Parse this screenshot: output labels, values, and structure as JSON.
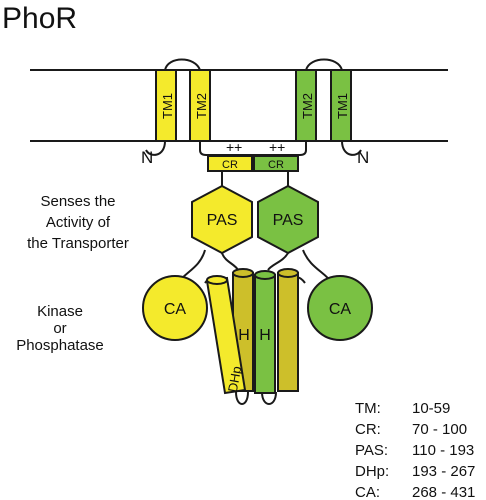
{
  "title": "PhoR",
  "labels": {
    "n_left": "N",
    "n_right": "N",
    "tm1": "TM1",
    "tm2": "TM2",
    "cr": "CR",
    "plus": "++",
    "pas": "PAS",
    "ca": "CA",
    "h": "H",
    "dhp": "DHp"
  },
  "annotations": {
    "senses": [
      "Senses the",
      "Activity of",
      "the Transporter"
    ],
    "kinase": [
      "Kinase",
      "or",
      "Phosphatase"
    ]
  },
  "legend": [
    {
      "key": "TM:",
      "range": "10-59"
    },
    {
      "key": "CR:",
      "range": "70 - 100"
    },
    {
      "key": "PAS:",
      "range": "110 - 193"
    },
    {
      "key": "DHp:",
      "range": "193 - 267"
    },
    {
      "key": "CA:",
      "range": "268 - 431"
    }
  ],
  "colors": {
    "yellow": "#f4ea2c",
    "yellow_dark": "#cdbf2a",
    "green": "#7ac143",
    "green_dark": "#4f9a35",
    "outline": "#1a1a1a"
  }
}
